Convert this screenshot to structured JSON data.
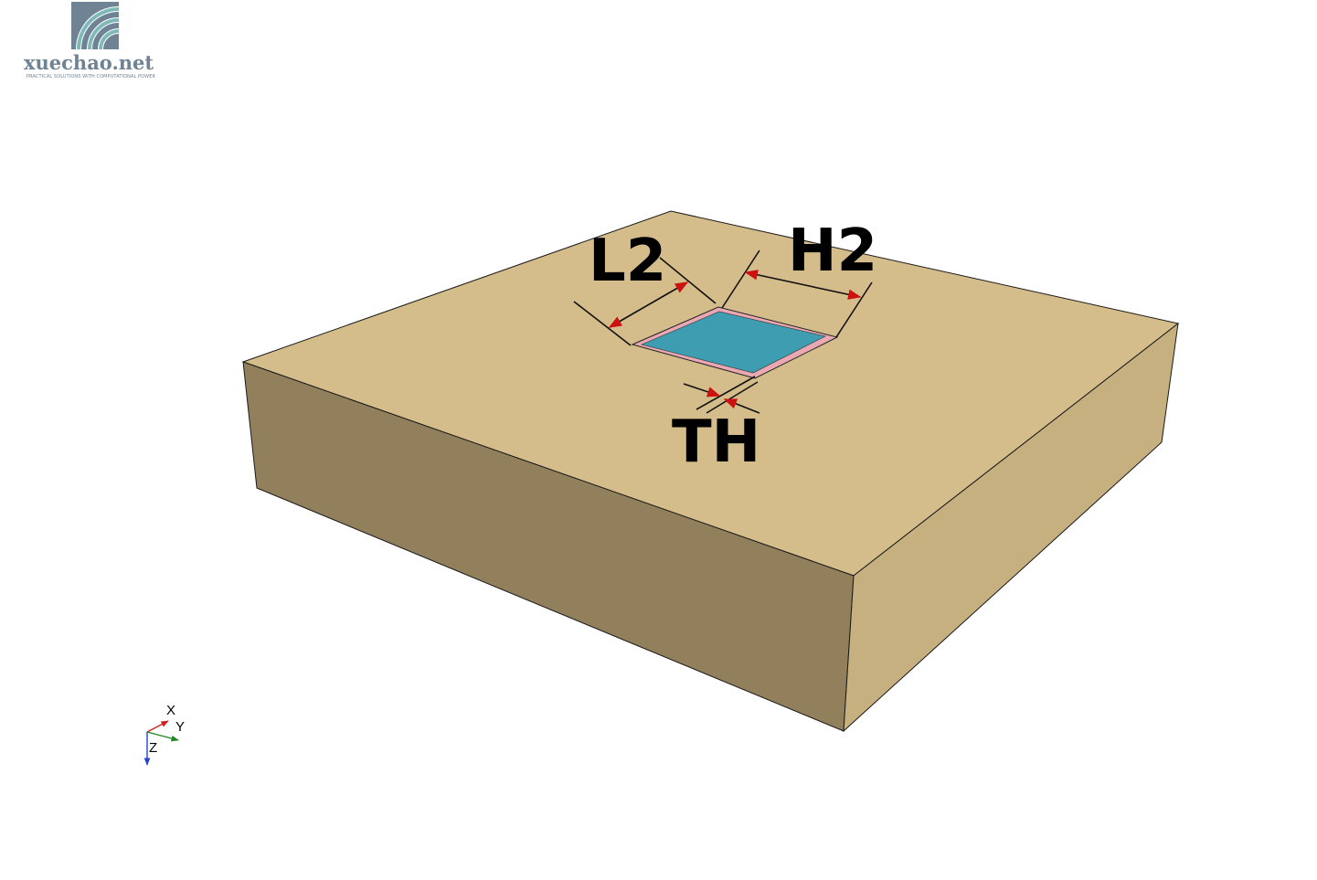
{
  "logo": {
    "name": "xuechao.net",
    "tagline": "PRACTICAL SOLUTIONS WITH COMPUTATIONAL POWER",
    "icon": "signal-arcs-logo-icon"
  },
  "dimensions": {
    "l2": "L2",
    "h2": "H2",
    "th": "TH"
  },
  "axes": {
    "x": "X",
    "y": "Y",
    "z": "Z"
  },
  "colors": {
    "block_top": "#d4bd8a",
    "block_front": "#927f5c",
    "block_right": "#c7b080",
    "inset_face": "#3f9db2",
    "inset_rim": "#e9a8b2",
    "dimension_arrow": "#cc1111",
    "axis_x": "#cc2222",
    "axis_y": "#228822",
    "axis_z": "#2244cc"
  }
}
